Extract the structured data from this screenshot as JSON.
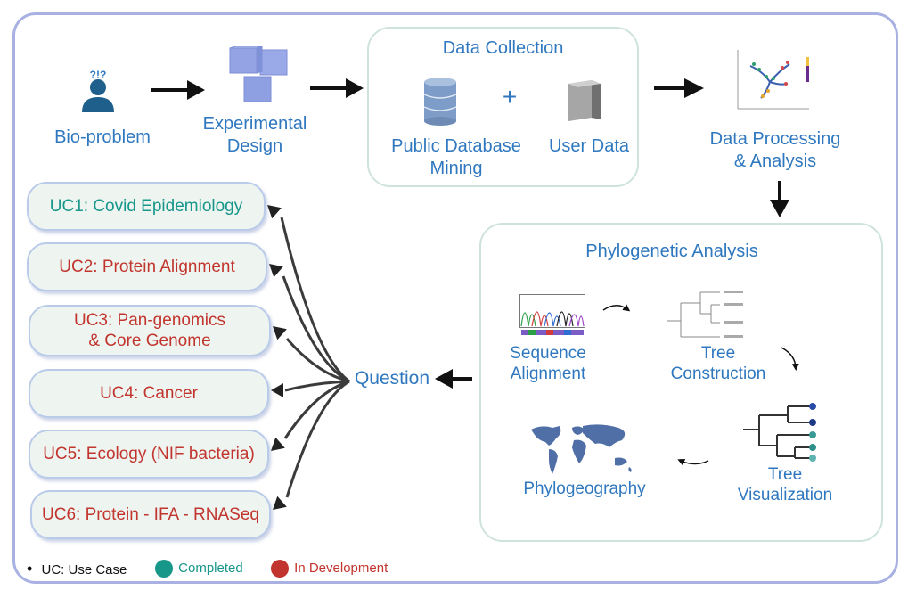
{
  "colors": {
    "blue_text": "#2f78bf",
    "completed": "#17968a",
    "in_development": "#c2352e",
    "frame": "#a8b1e2",
    "box_border": "#cfe3dd",
    "uc_fill": "#eef5f1"
  },
  "pipeline": {
    "bio_problem": "Bio-problem",
    "experimental_design": [
      "Experimental",
      "Design"
    ],
    "data_collection": {
      "title": "Data Collection",
      "public_db": [
        "Public Database",
        "Mining"
      ],
      "plus": "+",
      "user_data": "User Data"
    },
    "data_processing": [
      "Data Processing",
      "& Analysis"
    ]
  },
  "phylogenetic": {
    "title": "Phylogenetic Analysis",
    "sequence_alignment": [
      "Sequence",
      "Alignment"
    ],
    "tree_construction": [
      "Tree",
      "Construction"
    ],
    "tree_visualization": [
      "Tree",
      "Visualization"
    ],
    "phylogeography": "Phylogeography"
  },
  "question": "Question",
  "use_cases": [
    {
      "lines": [
        "UC1: Covid Epidemiology"
      ],
      "status": "completed"
    },
    {
      "lines": [
        "UC2: Protein Alignment"
      ],
      "status": "in_development"
    },
    {
      "lines": [
        "UC3: Pan-genomics",
        "& Core Genome"
      ],
      "status": "in_development"
    },
    {
      "lines": [
        "UC4: Cancer"
      ],
      "status": "in_development"
    },
    {
      "lines": [
        "UC5: Ecology (NIF bacteria)"
      ],
      "status": "in_development"
    },
    {
      "lines": [
        "UC6: Protein - IFA - RNASeq"
      ],
      "status": "in_development"
    }
  ],
  "legend": {
    "bullet": "•",
    "uc": "UC: Use Case",
    "completed": "Completed",
    "in_development": "In Development"
  },
  "icons": [
    "person-question-icon",
    "cubes-icon",
    "database-icon",
    "server-icon",
    "umap-plot-icon",
    "chromatogram-icon",
    "tree-icon",
    "tree-visualization-icon",
    "world-map-icon"
  ]
}
